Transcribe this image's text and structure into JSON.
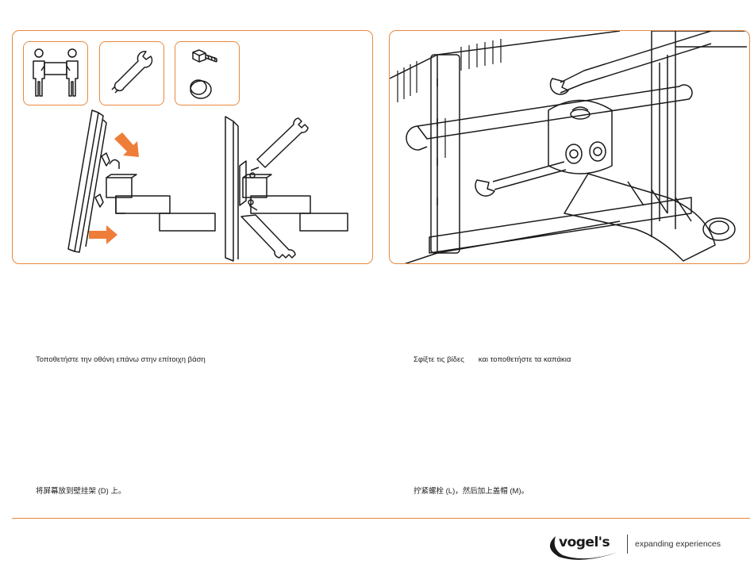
{
  "steps": [
    {
      "text_greek": "Τοποθετήστε την οθόνη επάνω στην επίτοιχη βάση",
      "text_chinese": "将屏幕放到壁挂架 (D) 上。"
    },
    {
      "text_greek_part1": "Σφίξτε τις βίδες",
      "text_greek_part2": "και τοποθετήστε τα καπάκια",
      "text_chinese": "拧紧螺栓 (L)，然后加上盖帽 (M)。"
    }
  ],
  "brand": {
    "name": "vogel's",
    "tagline": "expanding experiences"
  },
  "colors": {
    "accent": "#e8893f",
    "arrow": "#ef7d3a",
    "line": "#1a1a1a"
  },
  "icons": [
    "two-people-icon",
    "wrench-icon",
    "screw-icon",
    "cap-icon"
  ]
}
